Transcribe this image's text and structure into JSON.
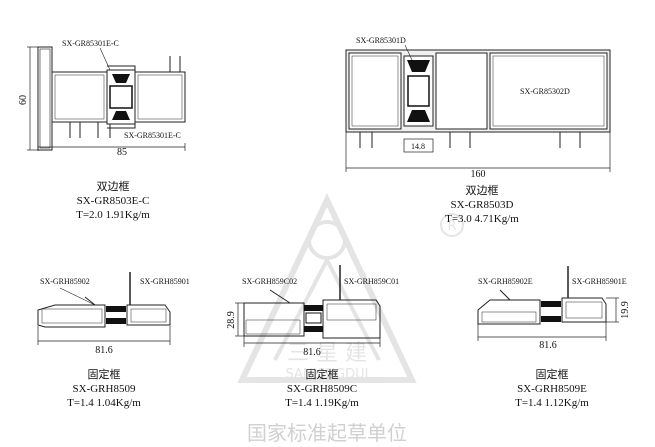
{
  "watermark": {
    "brand_cn": "三 星 建",
    "brand_en": "SANXINGDUI",
    "footer_cn": "国家标准起草单位",
    "registered_mark": "R"
  },
  "profiles": [
    {
      "labels": [
        "SX-GR85301E-C",
        "SX-GR85301E-C"
      ],
      "dims": [
        "60",
        "85"
      ],
      "caption": {
        "name": "双边框",
        "model": "SX-GR8503E-C",
        "spec": "T=2.0 1.91Kg/m"
      }
    },
    {
      "labels": [
        "SX-GR85301D",
        "SX-GR85302D"
      ],
      "dims": [
        "14.8",
        "160"
      ],
      "caption": {
        "name": "双边框",
        "model": "SX-GR8503D",
        "spec": "T=3.0 4.71Kg/m"
      }
    },
    {
      "labels": [
        "SX-GRH85902",
        "SX-GRH85901"
      ],
      "dims": [
        "81.6"
      ],
      "caption": {
        "name": "固定框",
        "model": "SX-GRH8509",
        "spec": "T=1.4 1.04Kg/m"
      }
    },
    {
      "labels": [
        "SX-GRH859C02",
        "SX-GRH859C01"
      ],
      "dims": [
        "28.9",
        "81.6"
      ],
      "caption": {
        "name": "固定框",
        "model": "SX-GRH8509C",
        "spec": "T=1.4 1.19Kg/m"
      }
    },
    {
      "labels": [
        "SX-GRH85902E",
        "SX-GRH85901E"
      ],
      "dims": [
        "19.9",
        "81.6"
      ],
      "caption": {
        "name": "固定框",
        "model": "SX-GRH8509E",
        "spec": "T=1.4 1.12Kg/m"
      }
    }
  ]
}
